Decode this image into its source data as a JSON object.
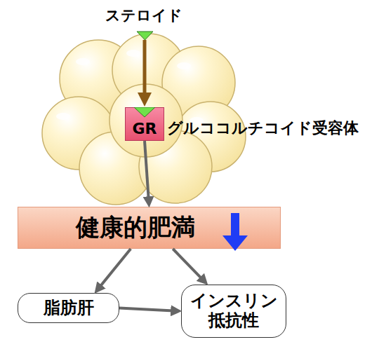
{
  "diagram": {
    "nodes": [
      {
        "text": [
          "GR",
          "グルココルチコイド受容体"
        ]
      },
      {
        "text": [
          "健康的肥満"
        ]
      },
      {
        "text": [
          "脂肪肝"
        ]
      },
      {
        "text": [
          "インスリン 抵抗性"
        ]
      }
    ],
    "edges": [
      {
        "from": 0,
        "to": 1,
        "arrow": "to"
      },
      {
        "from": 1,
        "to": 2,
        "arrow": "to"
      },
      {
        "from": 1,
        "to": 3,
        "arrow": "to"
      },
      {
        "from": 2,
        "to": 3,
        "arrow": "to"
      }
    ],
    "labels": [
      "ステロイド"
    ]
  }
}
